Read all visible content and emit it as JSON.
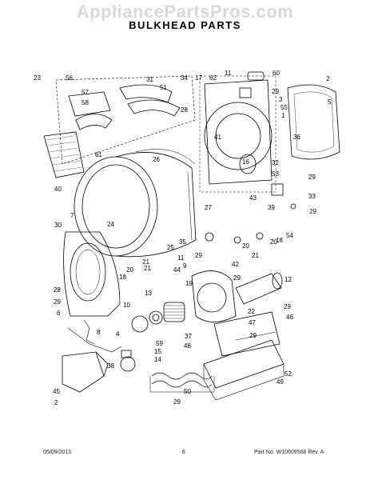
{
  "watermark": "AppliancePartsPros.com",
  "title": "BULKHEAD PARTS",
  "footer": {
    "date": "05/09/2013",
    "page": "6",
    "part_no": "Part No.  W10609568  Rev. A"
  },
  "callouts": [
    "60",
    "2",
    "11",
    "29",
    "62",
    "17",
    "3",
    "55",
    "5",
    "23",
    "56",
    "31",
    "51",
    "34",
    "57",
    "58",
    "28",
    "1",
    "36",
    "41",
    "16",
    "32",
    "53",
    "29",
    "33",
    "61",
    "26",
    "43",
    "39",
    "29",
    "40",
    "7",
    "27",
    "24",
    "54",
    "30",
    "35",
    "20",
    "18",
    "21",
    "29",
    "42",
    "20",
    "25",
    "21",
    "11",
    "9",
    "20",
    "18",
    "21",
    "44",
    "13",
    "19",
    "12",
    "28",
    "29",
    "10",
    "22",
    "29",
    "6",
    "37",
    "29",
    "46",
    "8",
    "4",
    "59",
    "47",
    "48",
    "29",
    "15",
    "14",
    "38",
    "52",
    "49",
    "45",
    "50",
    "2",
    "29"
  ]
}
